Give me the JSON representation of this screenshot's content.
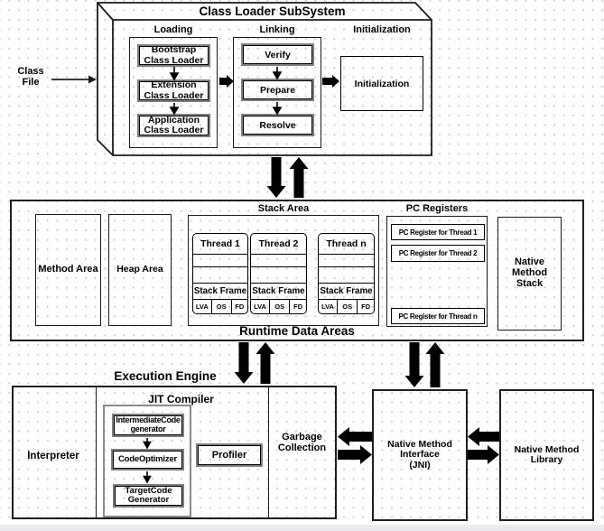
{
  "colors": {
    "border_black": "#1c1c1c",
    "border_gray": "#7f7f7f",
    "arrow_fill": "#000000",
    "dot_grid": "#c8c8c8",
    "footer_strip": "#e9ebee"
  },
  "class_file": {
    "label": "Class File"
  },
  "class_loader": {
    "title": "Class Loader SubSystem",
    "columns": {
      "loading": "Loading",
      "linking": "Linking",
      "initialization": "Initialization"
    },
    "loaders": [
      "Bootstrap Class Loader",
      "Extension Class Loader",
      "Application Class Loader"
    ],
    "linking_steps": [
      "Verify",
      "Prepare",
      "Resolve"
    ],
    "initialization_box": "Initialization"
  },
  "runtime": {
    "title": "Runtime Data Areas",
    "method_area": "Method Area",
    "heap_area": "Heap Area",
    "stack_area": {
      "label": "Stack Area",
      "threads": [
        {
          "name": "Thread 1",
          "frame": "Stack Frame",
          "cells": [
            "LVA",
            "OS",
            "FD"
          ]
        },
        {
          "name": "Thread 2",
          "frame": "Stack Frame",
          "cells": [
            "LVA",
            "OS",
            "FD"
          ]
        },
        {
          "name": "Thread n",
          "frame": "Stack Frame",
          "cells": [
            "LVA",
            "OS",
            "FD"
          ]
        }
      ]
    },
    "pc_registers": {
      "label": "PC Registers",
      "rows": [
        "PC Register for Thread 1",
        "PC Register for Thread 2",
        "PC Register for Thread n"
      ]
    },
    "native_method_stack": "Native Method Stack"
  },
  "execution_engine": {
    "title": "Execution Engine",
    "interpreter": "Interpreter",
    "jit": {
      "label": "JIT Compiler",
      "steps": [
        "IntermediateCode generator",
        "CodeOptimizer",
        "TargetCode Generator"
      ],
      "profiler": "Profiler"
    },
    "garbage_collection": "Garbage Collection",
    "jni_lines": [
      "Native Method",
      "Interface",
      "(JNI)"
    ],
    "native_method_library": "Native Method Library"
  }
}
